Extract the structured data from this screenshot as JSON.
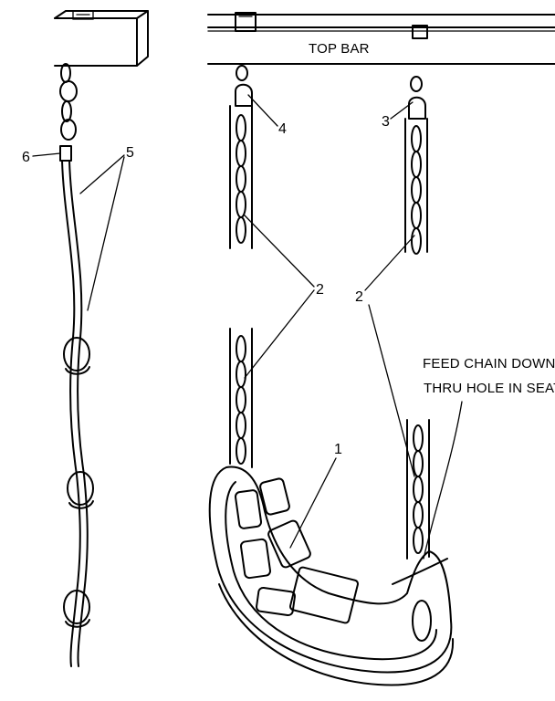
{
  "diagram": {
    "top_bar_label": "TOP BAR",
    "callouts": {
      "seat": "1",
      "chain_left": "2",
      "chain_right": "2",
      "hook_right": "3",
      "hook_left": "4",
      "rope": "5",
      "rope_clamp": "6"
    },
    "instruction_line1": "FEED CHAIN DOWN",
    "instruction_line2": "THRU HOLE IN SEAT"
  }
}
